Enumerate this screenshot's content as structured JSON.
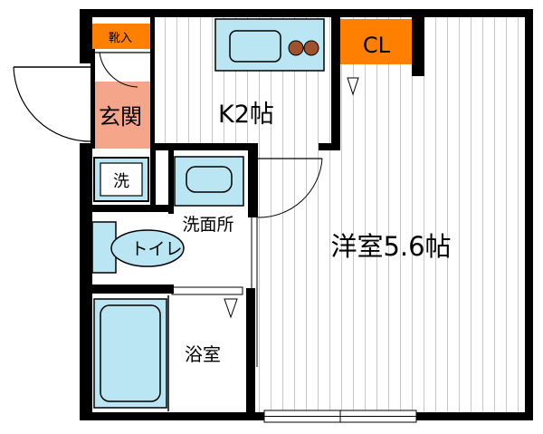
{
  "labels": {
    "shoe_storage": "靴入",
    "entrance": "玄関",
    "kitchen": "K2帖",
    "closet": "CL",
    "washer": "洗",
    "washroom": "洗面所",
    "toilet": "トイレ",
    "bathroom": "浴室",
    "western_room": "洋室5.6帖"
  },
  "colors": {
    "wall": "#000000",
    "floor_line": "#c8c8c8",
    "entrance_floor": "#f4a58a",
    "storage_orange": "#ff7f00",
    "fixture_blue": "#b9e6f2",
    "stove_burner": "#a0522d"
  }
}
